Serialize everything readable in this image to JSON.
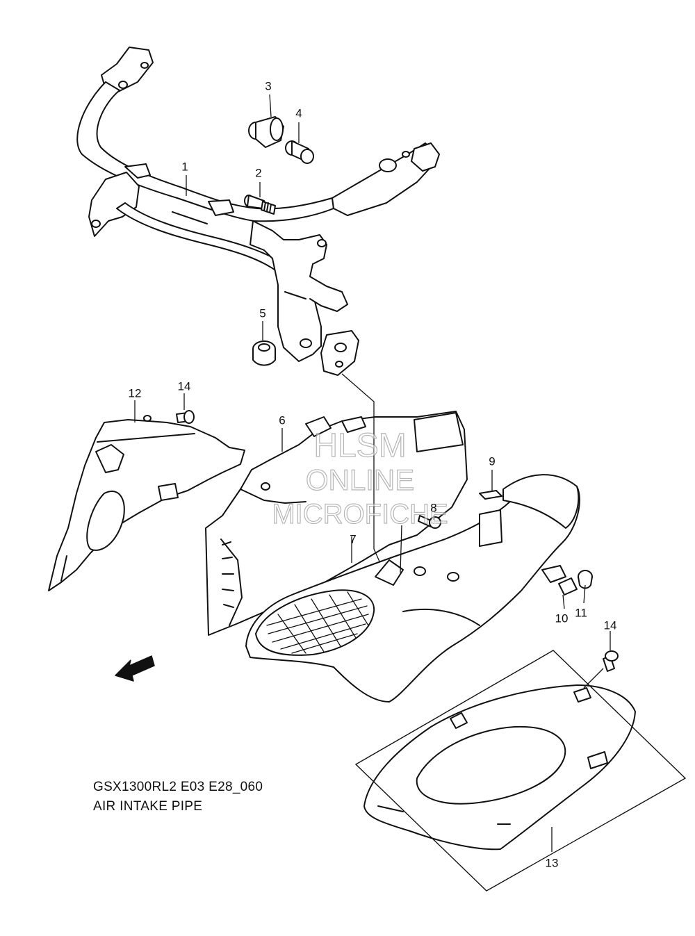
{
  "diagram": {
    "model_code": "GSX1300RL2 E03 E28_060",
    "section_title": "AIR INTAKE PIPE",
    "direction_marker": "FWD",
    "watermark": [
      "HLSM",
      "ONLINE",
      "MICROFICHE"
    ],
    "callouts": [
      "1",
      "2",
      "3",
      "4",
      "5",
      "6",
      "7",
      "8",
      "9",
      "10",
      "11",
      "12",
      "13",
      "14",
      "14"
    ]
  }
}
